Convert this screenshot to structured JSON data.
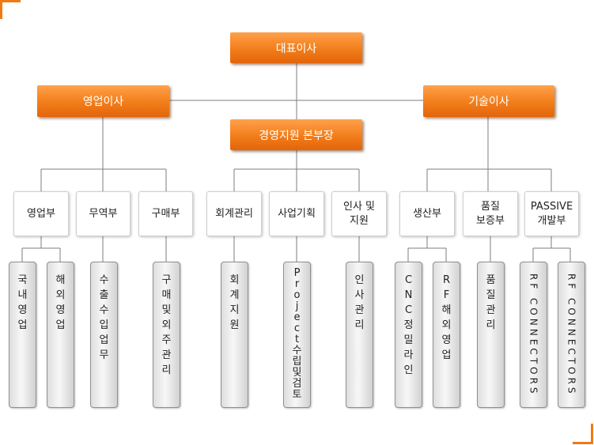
{
  "ceo": "대표이사",
  "sales_director": "영업이사",
  "tech_director": "기술이사",
  "mgmt_head": "경영지원 본부장",
  "departments": {
    "sales": "영업부",
    "trade": "무역부",
    "purchase": "구매부",
    "accounting": "회계관리",
    "planning": "사업기획",
    "hr": "인사 및\n지원",
    "production": "생산부",
    "quality": "품질\n보증부",
    "passive": "PASSIVE\n개발부"
  },
  "tasks": {
    "domestic_sales": "국내영업",
    "overseas_sales": "해외영업",
    "import_export": "수출수입업무",
    "purchase_mgmt": "구매및외주관리",
    "accounting_support": "회계지원",
    "project_review": "Project수립및검토",
    "hr_mgmt": "인사관리",
    "cnc_line": "CNC정밀라인",
    "rf_overseas": "RF해외영업",
    "quality_mgmt": "품질관리",
    "rf_connectors_1": "RF CONNECTORS",
    "rf_connectors_2": "RF CONNECTORS"
  }
}
